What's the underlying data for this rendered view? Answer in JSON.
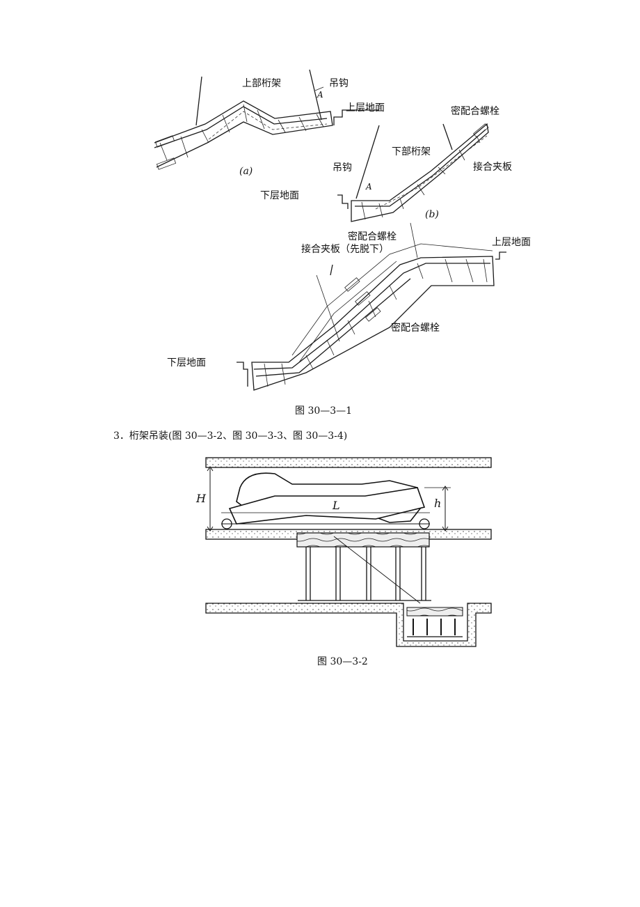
{
  "figure1": {
    "caption": "图 30—3—1",
    "panel_a": {
      "tag": "(a)",
      "labels": {
        "upper_truss": "上部桁架",
        "hook": "吊钩",
        "angle": "A",
        "upper_floor": "上层地面"
      }
    },
    "panel_b": {
      "tag": "(b)",
      "labels": {
        "precision_bolt": "密配合螺栓",
        "lower_truss": "下部桁架",
        "joint_plate": "接合夹板",
        "hook": "吊钩",
        "angle": "A",
        "lower_floor": "下层地面"
      }
    },
    "panel_c": {
      "labels": {
        "precision_bolt_top": "密配合螺栓",
        "joint_plate_remove": "接合夹板（先脱下）",
        "upper_floor": "上层地面",
        "precision_bolt_bottom": "密配合螺栓",
        "lower_floor": "下层地面"
      }
    }
  },
  "section": {
    "text": "3．桁架吊装(图 30—3-2、图 30—3-3、图 30—3-4)"
  },
  "figure2": {
    "caption": "图 30—3-2",
    "labels": {
      "H": "H",
      "L": "L",
      "h": "h"
    }
  }
}
